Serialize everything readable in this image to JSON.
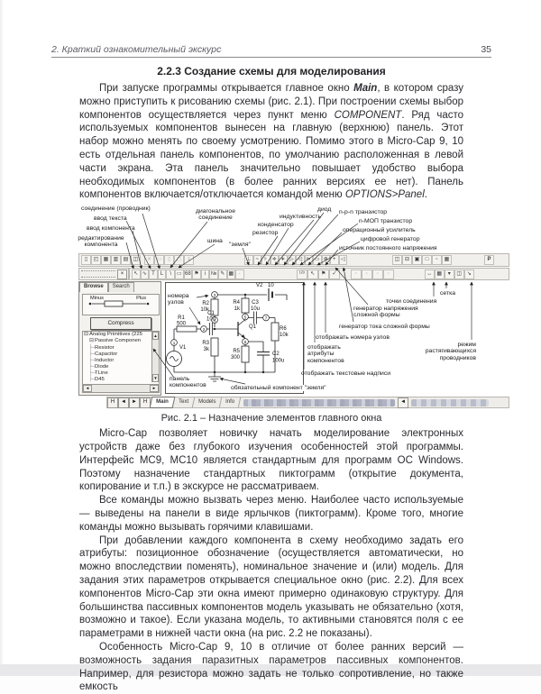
{
  "header": {
    "title": "2. Краткий ознакомительный экскурс",
    "page_number": "35"
  },
  "section_title": "2.2.3 Создание схемы для моделирования",
  "paragraphs": {
    "p1a": "При запуске программы открывается главное окно ",
    "p1b": "Main",
    "p1c": ", в котором сразу можно приступить к рисованию схемы (рис. 2.1). При построении схемы выбор компонентов осуществляется через пункт меню ",
    "p1d": "COMPONENT",
    "p1e": ". Ряд часто используемых компонентов вынесен на главную (верхнюю) панель. Этот набор можно менять по своему усмотрению. Помимо этого в Micro-Cap 9, 10 есть отдельная панель компонентов, по умолчанию расположенная в левой части экрана. Эта панель значительно повышает удобство выбора необходимых компонентов (в более ранних версиях ее нет). Панель компонентов включается/отключается командой меню ",
    "p1f": "OPTIONS>Panel",
    "p1g": ".",
    "p2": "Micro-Cap позволяет новичку начать моделирование электронных устройств даже без глубокого изучения особенностей этой программы. Интерфейс МС9, МС10 является стандартным для программ ОС Windows. Поэтому назначение стандартных пиктограмм (открытие документа, копирование и т.п.) в экскурсе не рассматриваем.",
    "p3": "Все команды можно вызвать через меню. Наиболее часто используемые — выведены на панели в виде ярлычков (пиктограмм). Кроме того, многие команды можно вызывать горячими клавишами.",
    "p4": "При добавлении каждого компонента в схему необходимо задать его атрибуты: позиционное обозначение (осуществляется автоматически, но можно впоследствии поменять), номинальное значение и (или) модель. Для задания этих параметров открывается специальное окно (рис. 2.2). Для всех компонентов Micro-Cap эти окна имеют примерно одинаковую структуру. Для большинства пассивных компонентов модель указывать не обязательно (хотя, возможно и такое). Если указана модель, то активными становятся поля с ее параметрами в нижней части окна (на рис. 2.2 не показаны).",
    "p5": "Особенность Micro-Cap 9, 10 в отличие от более ранних версий — возможность задания паразитных параметров пассивных компонентов. Например, для резистора можно задать не только сопротивление, но также емкость"
  },
  "figure": {
    "caption": "Рис. 2.1 – Назначение элементов главного окна",
    "callouts": {
      "wire": "соединение (проводник)",
      "text_entry": "ввод текста",
      "component_entry": "ввод компонента",
      "component_edit": "редактирование компонента",
      "diagonal": "диагональное соединение",
      "bus": "шина",
      "ground": "\"земля\"",
      "resistor": "резистор",
      "capacitor": "конденсатор",
      "inductor": "индуктивность",
      "diode": "диод",
      "npn": "n-p-n транзистор",
      "nmos": "n-МОП транзистор",
      "opamp": "операционный усилитель",
      "digital_gen": "цифровой генератор",
      "dc_source": "источник постоянного напряжения",
      "grid": "сетка",
      "junction_dots": "точки соединения",
      "v_gen": "генератор напряжения сложной формы",
      "i_gen": "генератор тока сложной формы",
      "show_nodes": "отображать номера узлов",
      "show_attrs": "отображать атрибуты компонентов",
      "stretch_mode": "режим растягивающихся проводников",
      "show_text": "отображать текстовые надписи",
      "node_numbers": "номера узлов",
      "component_panel": "панель компонентов",
      "ground_component": "обязательный компонент \"земля\""
    },
    "window": {
      "close": "×",
      "toolbar1": {
        "file": [
          "▯",
          "◰",
          "▦",
          "▥",
          "▤",
          "◫"
        ],
        "edit": [
          "✕",
          "▭",
          "▯",
          "◻",
          "≡"
        ],
        "components": [
          "⊥",
          "~",
          "⊦",
          "≑",
          "∗",
          "▷",
          "◁",
          "⊳",
          "▭",
          "⊕",
          "+",
          "◁"
        ],
        "windows": [
          "◫",
          "⊟",
          "▣",
          "□",
          "▫",
          "▦"
        ],
        "extra": "P"
      },
      "toolbar2": {
        "tools": [
          "↖",
          "∿",
          "T",
          "L",
          "\\",
          "▭",
          "68",
          "⚑",
          "i",
          "№",
          "✎",
          "▦",
          "·"
        ],
        "toggles_main": [
          "¹²³",
          "↖",
          "⚑",
          "✓"
        ],
        "toggles_gray": [
          "▫",
          "▫",
          "▫",
          "▫"
        ],
        "toggles_right": [
          "↔",
          "▦",
          "▾",
          "◫",
          "↘"
        ]
      },
      "panel": {
        "tab_browse": "Browse",
        "tab_search": "Search",
        "minus": "Minus",
        "plus": "Plus",
        "compress": "Compress",
        "expander": "⊟",
        "tree_root": "Analog Primitives (225",
        "tree_sub": "Passive Componen",
        "items": [
          "Resistor",
          "Capacitor",
          "Inductor",
          "Diode",
          "TLine",
          "D45"
        ],
        "scroll": {
          "up": "▲",
          "down": "▼",
          "left": "◄",
          "right": "►"
        }
      },
      "bottom": {
        "nav": [
          "H",
          "◄",
          "►",
          "H"
        ],
        "tabs": [
          "Main",
          "Text",
          "Models",
          "Info"
        ],
        "scroll_left": "◄"
      },
      "circuit": {
        "v1": "V1",
        "v2": "V2",
        "v2_val": "10",
        "r1": "R1",
        "r1_val": "500",
        "r2": "R2",
        "r2_val": "10k",
        "r3": "R3",
        "r3_val": "3k",
        "r4": "R4",
        "r4_val": "1k",
        "r5": "R5",
        "r5_val": "300",
        "r6": "R6",
        "r6_val": "10k",
        "c1": "C1",
        "c1_val": "10u",
        "c2": "C2",
        "c2_val": "100u",
        "c3": "C3",
        "c3_val": "10u",
        "q1": "Q1",
        "nodes": [
          "1",
          "2",
          "3",
          "4",
          "5",
          "6",
          "7"
        ]
      }
    }
  }
}
